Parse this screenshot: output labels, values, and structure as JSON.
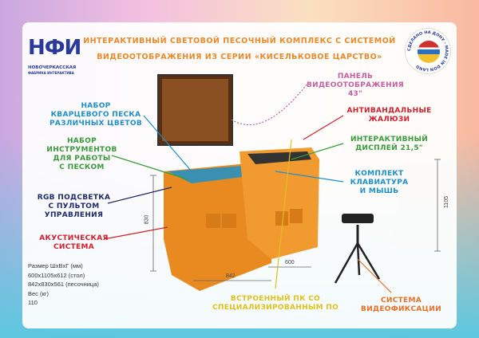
{
  "logo": {
    "letters": "НФИ",
    "line1": "НОВОЧЕРКАССКАЯ",
    "line2": "ФАБРИКА ИНТЕРАКТИВА"
  },
  "badge": {
    "text": "СДЕЛАНО НА ДОНУ · MADE IN DON LAND"
  },
  "title": {
    "line1": "ИНТЕРАКТИВНЫЙ СВЕТОВОЙ ПЕСОЧНЫЙ КОМПЛЕКС С СИСТЕМОЙ",
    "line2": "ВИДЕООТОБРАЖЕНИЯ ИЗ СЕРИИ «КИСЕЛЬКОВОЕ ЦАРСТВО»"
  },
  "callouts": {
    "panel": {
      "l1": "ПАНЕЛЬ",
      "l2": "ВИДЕООТОБРАЖЕНИЯ 43\"",
      "color": "#c45fa0"
    },
    "sand": {
      "l1": "НАБОР",
      "l2": "КВАРЦЕВОГО ПЕСКА",
      "l3": "РАЗЛИЧНЫХ ЦВЕТОВ",
      "color": "#1f8fc7"
    },
    "blinds": {
      "l1": "АНТИВАНДАЛЬНЫЕ",
      "l2": "ЖАЛЮЗИ",
      "color": "#d0202c"
    },
    "tools": {
      "l1": "НАБОР",
      "l2": "ИНСТРУМЕНТОВ",
      "l3": "ДЛЯ РАБОТЫ",
      "l4": "С ПЕСКОМ",
      "color": "#3a9a3a"
    },
    "display": {
      "l1": "ИНТЕРАКТИВНЫЙ",
      "l2": "ДИСПЛЕЙ 21,5\"",
      "color": "#3a9a3a"
    },
    "keyboard": {
      "l1": "КОМПЛЕКТ",
      "l2": "КЛАВИАТУРА",
      "l3": "И МЫШЬ",
      "color": "#1f8fc7"
    },
    "rgb": {
      "l1": "RGB ПОДСВЕТКА",
      "l2": "С ПУЛЬТОМ",
      "l3": "УПРАВЛЕНИЯ",
      "color": "#1d2a6b"
    },
    "acoustic": {
      "l1": "АКУСТИЧЕСКАЯ",
      "l2": "СИСТЕМА",
      "color": "#d0202c"
    },
    "pc": {
      "l1": "ВСТРОЕННЫЙ ПК СО",
      "l2": "СПЕЦИАЛИЗИРОВАННЫМ ПО",
      "color": "#e0c020"
    },
    "camera": {
      "l1": "СИСТЕМА",
      "l2": "ВИДЕОФИКСАЦИИ",
      "color": "#e0702a"
    }
  },
  "specs": {
    "l1": "Размер ШxВxГ (мм)",
    "l2": "600x1105x612 (стол)",
    "l3": "842x830x561 (песочница)",
    "l4": "Вес (кг)",
    "l5": "110"
  },
  "dimensions": {
    "height_table": "1105",
    "height_sandbox": "830",
    "width_sandbox": "842",
    "width_table": "600"
  }
}
